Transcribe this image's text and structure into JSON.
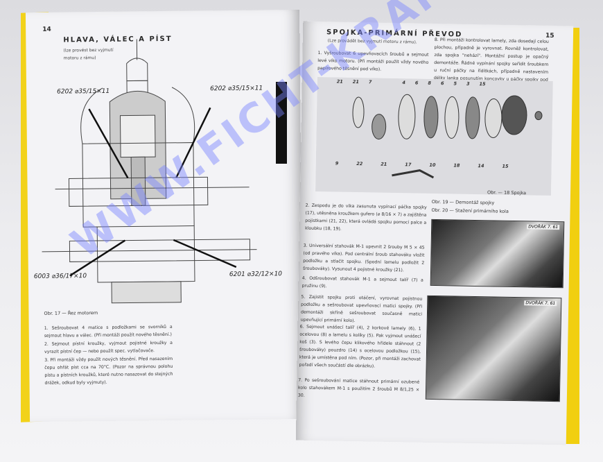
{
  "left_page": {
    "page_number": "14",
    "title": "HLAVA, VÁLEC A PÍST",
    "subtitle": "(lze provést bez vyjmutí motoru z rámu)",
    "labels": [
      "6202 ⌀35/15×11",
      "6202 ⌀35/15×11",
      "6003 ⌀36/17×10",
      "6201 ⌀32/12×10"
    ],
    "caption": "Obr. 17 — Řez motorem",
    "paragraphs": [
      "1. Sešroubovat 4 matice s podložkami se svorníků a sejmout hlavu a válec. (Při montáži použít nového těsnění.)",
      "2. Sejmout pístní kroužky, vyjmout pojistné kroužky a vyrazit pístní čep — nebo použít spec. vytlačovače.",
      "3. Při montáži vždy použít nových těsnění. Před nasazením čepu ohřát píst cca na 70°C. (Pozor na správnou polohu pístu a pístních kroužků, které nutno nasazovat do stejných drážek, odkud byly vyjmuty)."
    ]
  },
  "right_page": {
    "page_number": "15",
    "title": "SPOJKA-PRIMÁRNÍ PŘEVOD",
    "subtitle": "(Lze provádět bez vyjmutí motoru z rámu).",
    "paragraphs_left": [
      "1. Vyšroubovat 6 upevňovacích šroubů a sejmout levé víko motoru. (Při montáži použít vždy nového papírového těsnění pod víko).",
      "2. Zespodu je do víka zasunuta vypínací páčka spojky (17), utěsněna kroužkem gufero (⌀ 8/16 × 7) a zajištěna pojistkami (21, 22), která ovládá spojku pomocí palce a kloubku (18, 19).",
      "3. Universální stahovák M-1 upevnit 2 šrouby M 5 × 45 (od pravého víka). Pod centrální šroub stahováku vložit podložku a stlačit spojku. (Spodní lamelu podložit 2 šroubováky). Vysunout 4 pojistné kroužky (21).",
      "4. Odšroubovat stahovák M-1 a sejmout talíř (7) a pružinu (9).",
      "5. Zajistit spojku proti otáčení, vyrovnat pojistnou podložku a sešroubovat upevňovací matici spojky. (Při demontáži skříně sešroubovat současně matici upevňující primární kolo).",
      "6. Sejmout unášecí talíř (4), 2 korkové lamely (6), 1 ocelovou (8) a lamelu s kolíky (5). Pak vyjmout unášecí koš (3). S levého čepu klikového hřídele stáhnout (2 šroubováky) pouzdro (14) s ocelovou podložkou (15), která je umístěna pod ním. (Pozor, při montáži zachovat pořadí všech součástí dle obrázku).",
      "7. Po sešroubování matice stáhnout primární ozubené kolo stahovákem M-1 s použitím 2 šroubů M 8/1,25 × 30."
    ],
    "paragraph_right": "8. Při montáži kontrolovat lamely, zda dosedají celou plochou, případně je vyrovnat. Rovněž kontrolovat, zda spojka \"nehází\". Montážní postup je opačný demontáže. Řádné vypínání spojky seřídit šroubkem u ruční páčky na řídítkách, případně nastavením délky lanka posunutím koncovky u páčky spojky pod motorem.",
    "part_numbers": [
      "21",
      "21",
      "7",
      "4",
      "6",
      "8",
      "6",
      "5",
      "3",
      "15",
      "9",
      "22",
      "21",
      "17",
      "10",
      "18",
      "14",
      "15"
    ],
    "captions": [
      "Obr. — 18 Spojka",
      "Obr. 19 — Demontáž spojky",
      "Obr. 20 — Stažení primárního kola"
    ],
    "photo_signature": "DVOŘÁK 7. 61"
  },
  "watermark": "WWW.FICHT-KRAMM.CZ"
}
